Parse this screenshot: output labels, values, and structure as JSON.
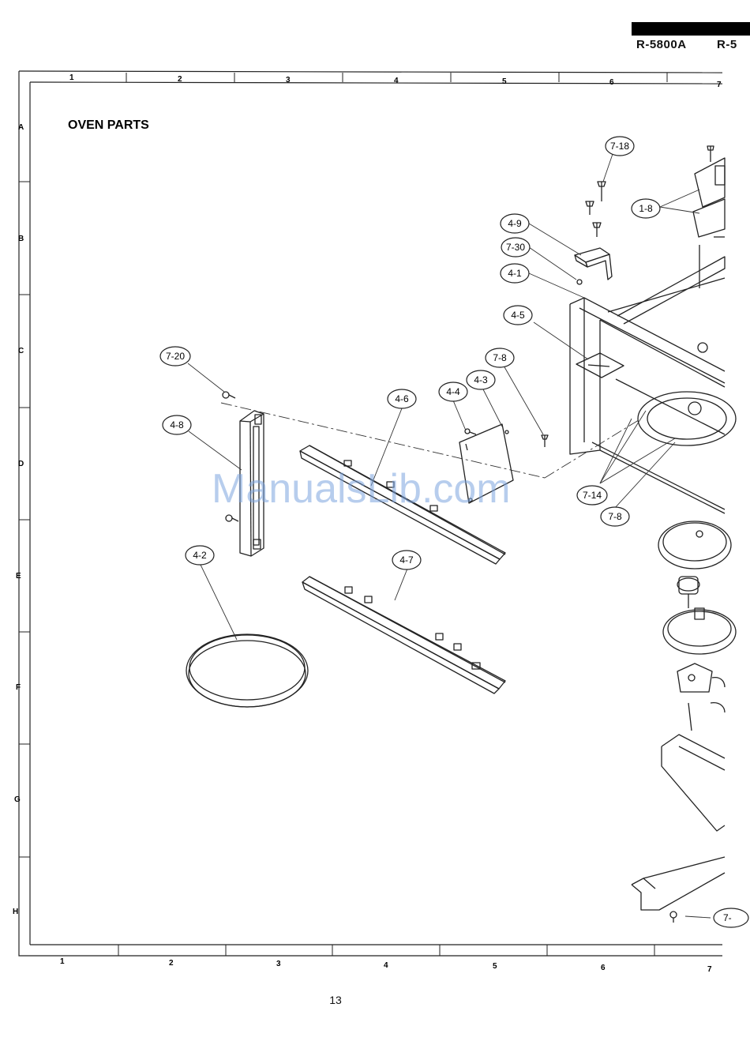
{
  "header": {
    "model_1": "R-5800A",
    "model_2": "R-5"
  },
  "title": "OVEN PARTS",
  "grid": {
    "columns": [
      "1",
      "2",
      "3",
      "4",
      "5",
      "6",
      "7"
    ],
    "rows": [
      "A",
      "B",
      "C",
      "D",
      "E",
      "F",
      "G",
      "H"
    ]
  },
  "callouts": {
    "c_7_18": "7-18",
    "c_1_8": "1-8",
    "c_4_9": "4-9",
    "c_7_30": "7-30",
    "c_4_1": "4-1",
    "c_4_5": "4-5",
    "c_7_8a": "7-8",
    "c_4_3": "4-3",
    "c_4_4": "4-4",
    "c_4_6": "4-6",
    "c_7_20": "7-20",
    "c_4_8": "4-8",
    "c_7_14": "7-14",
    "c_7_8b": "7-8",
    "c_4_2": "4-2",
    "c_4_7": "4-7",
    "c_7_cut": "7-"
  },
  "watermark": "ManualsLib.com",
  "page_number": "13"
}
